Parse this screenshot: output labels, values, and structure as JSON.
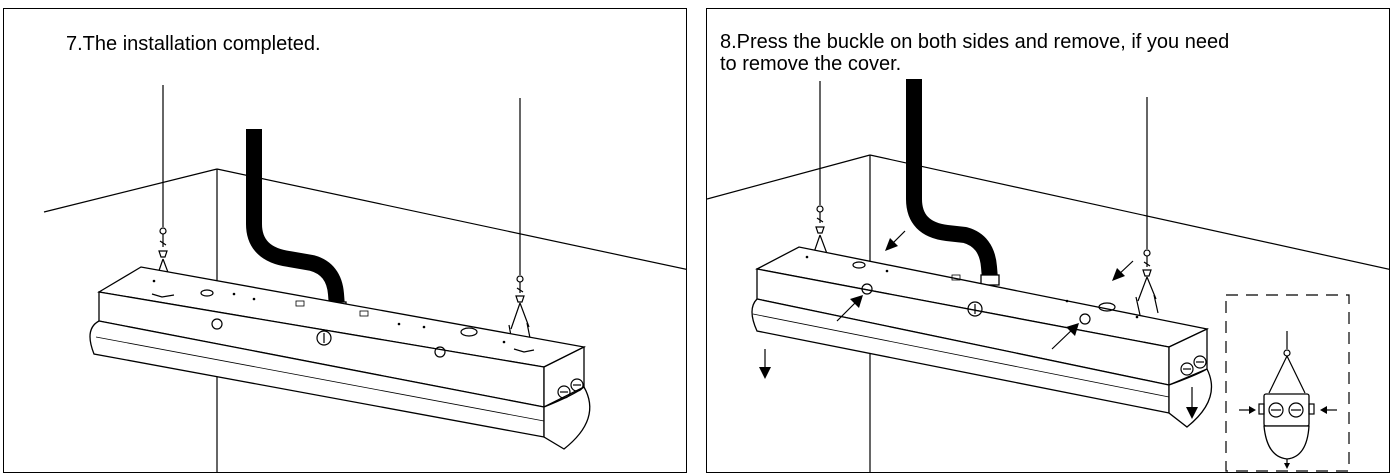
{
  "steps": [
    {
      "caption": "7.The installation completed."
    },
    {
      "caption": "8.Press the buckle on both sides and remove, if you need\n to remove the cover."
    }
  ],
  "colors": {
    "line": "#000000",
    "background": "#ffffff"
  },
  "icons": [
    "arrow-icon",
    "screw-icon",
    "hanging-wire",
    "flexible-conduit"
  ]
}
